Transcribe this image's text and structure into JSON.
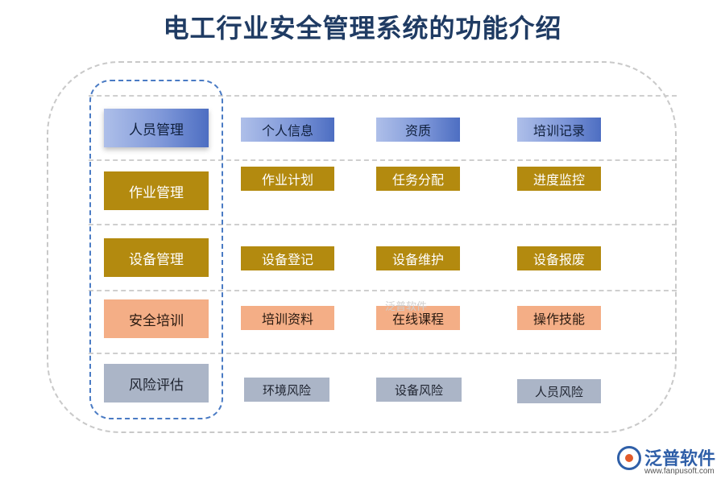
{
  "title": "电工行业安全管理系统的功能介绍",
  "rows": [
    {
      "category": "人员管理",
      "items": [
        "个人信息",
        "资质",
        "培训记录"
      ],
      "style": "blue"
    },
    {
      "category": "作业管理",
      "items": [
        "作业计划",
        "任务分配",
        "进度监控"
      ],
      "style": "gold"
    },
    {
      "category": "设备管理",
      "items": [
        "设备登记",
        "设备维护",
        "设备报废"
      ],
      "style": "gold"
    },
    {
      "category": "安全培训",
      "items": [
        "培训资料",
        "在线课程",
        "操作技能"
      ],
      "style": "peach"
    },
    {
      "category": "风险评估",
      "items": [
        "环境风险",
        "设备风险",
        "人员风险"
      ],
      "style": "grey"
    }
  ],
  "watermark": "泛普软件",
  "logo": {
    "name": "泛普软件",
    "url": "www.fanpusoft.com"
  },
  "colors": {
    "blue": "#7f98d9",
    "gold": "#b38a0f",
    "peach": "#f4ae86",
    "grey": "#abb5c7",
    "title": "#1f3b63"
  }
}
